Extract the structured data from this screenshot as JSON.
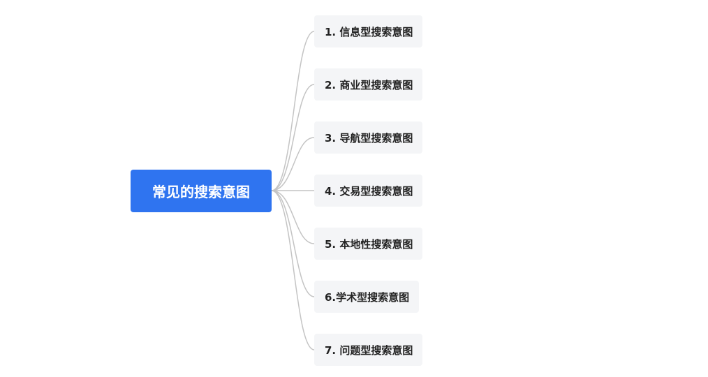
{
  "diagram": {
    "root": {
      "label": "常见的搜索意图"
    },
    "children": [
      {
        "label": "1. 信息型搜索意图"
      },
      {
        "label": "2. 商业型搜索意图"
      },
      {
        "label": "3. 导航型搜索意图"
      },
      {
        "label": "4. 交易型搜索意图"
      },
      {
        "label": "5. 本地性搜索意图"
      },
      {
        "label": "6.学术型搜索意图"
      },
      {
        "label": "7. 问题型搜索意图"
      }
    ],
    "colors": {
      "root_fill": "#2f74f0",
      "root_text": "#ffffff",
      "child_fill": "#f4f5f7",
      "child_text": "#222222",
      "connector": "#c4c4c4"
    }
  }
}
